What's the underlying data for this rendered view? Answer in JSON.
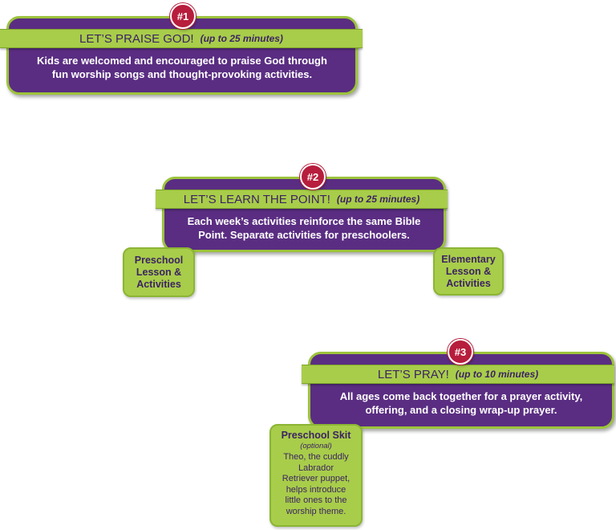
{
  "colors": {
    "purple": "#5a2d82",
    "green": "#a8cd4a",
    "badge_red": "#b71d3c"
  },
  "steps": [
    {
      "badge": "#1",
      "title": "LET’S PRAISE GOD!",
      "duration": "(up to 25 minutes)",
      "description_lines": [
        "Kids are welcomed and encouraged to praise God through",
        "fun worship songs and thought-provoking activities."
      ]
    },
    {
      "badge": "#2",
      "title": "LET’S LEARN THE POINT!",
      "duration": "(up to 25 minutes)",
      "description_lines": [
        "Each week’s activities reinforce the same Bible",
        "Point. Separate activities for preschoolers."
      ]
    },
    {
      "badge": "#3",
      "title": "LET’S PRAY!",
      "duration": "(up to 10 minutes)",
      "description_lines": [
        "All ages come back together for a prayer activity,",
        "offering, and a closing wrap-up prayer."
      ]
    }
  ],
  "preschool_lesson": [
    "Preschool",
    "Lesson &",
    "Activities"
  ],
  "elementary_lesson": [
    "Elementary",
    "Lesson &",
    "Activities"
  ],
  "preschool_skit": {
    "title": "Preschool Skit",
    "note": "(optional)",
    "body_lines": [
      "Theo, the cuddly",
      "Labrador",
      "Retriever puppet,",
      "helps introduce",
      "little ones to the",
      "worship theme."
    ]
  }
}
